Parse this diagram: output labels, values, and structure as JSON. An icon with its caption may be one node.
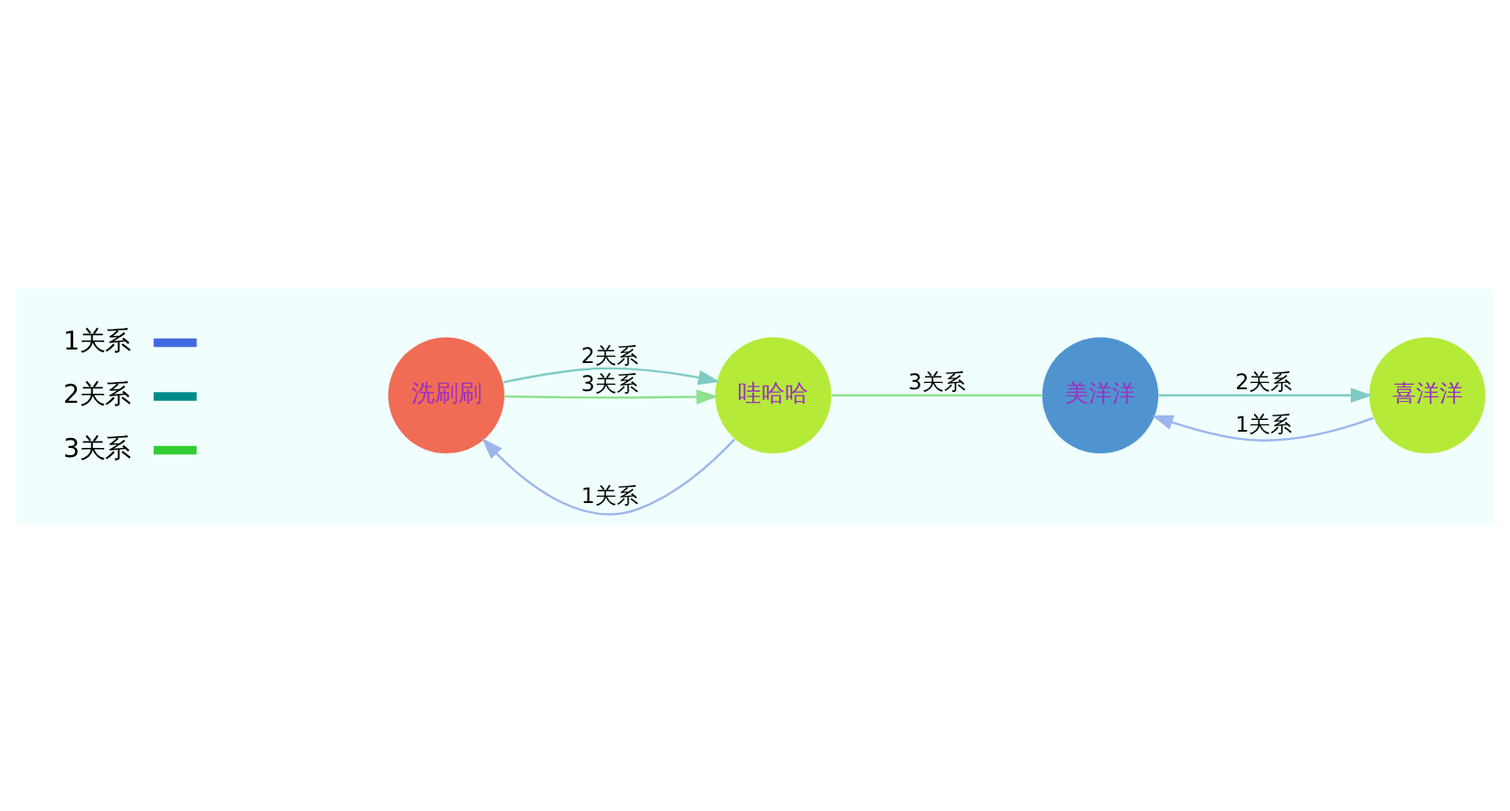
{
  "diagram": {
    "nodes": [
      {
        "text": [
          "洗刷刷"
        ]
      },
      {
        "text": [
          "哇哈哈"
        ]
      },
      {
        "text": [
          "美洋洋"
        ]
      },
      {
        "text": [
          "喜洋洋"
        ]
      }
    ],
    "edges": [
      {
        "from": 0,
        "to": 1,
        "arrow": "to",
        "label": "2关系",
        "color": "#7fcbc4"
      },
      {
        "from": 1,
        "to": 0,
        "arrow": "to",
        "label": "1关系",
        "color": "#9bb5ee"
      },
      {
        "from": 0,
        "to": 1,
        "arrow": "to",
        "label": "3关系",
        "color": "#8fe08f"
      },
      {
        "from": 1,
        "to": 2,
        "arrow": "none",
        "label": "3关系",
        "color": "#8fe08f"
      },
      {
        "from": 2,
        "to": 3,
        "arrow": "to",
        "label": "2关系",
        "color": "#7fcbc4"
      },
      {
        "from": 3,
        "to": 2,
        "arrow": "to",
        "label": "1关系",
        "color": "#9bb5ee"
      }
    ],
    "legend": [
      {
        "text": "1关系",
        "color": "#4169e1"
      },
      {
        "text": "2关系",
        "color": "#008b8b"
      },
      {
        "text": "3关系",
        "color": "#32cd32"
      }
    ]
  }
}
